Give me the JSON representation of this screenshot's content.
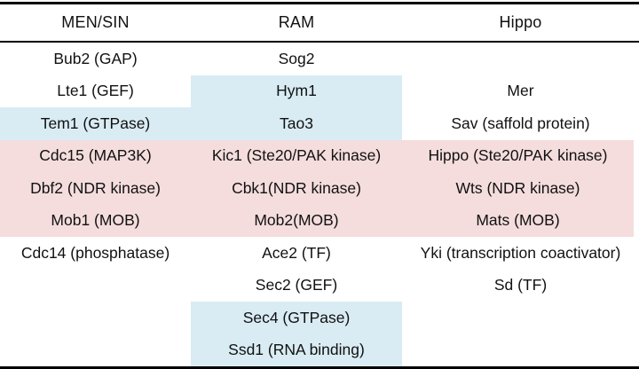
{
  "colors": {
    "blue": "#d9ecf4",
    "pink": "#f4dddc",
    "none": "",
    "rule": "#000000",
    "text": "#111111"
  },
  "table": {
    "columns": [
      "MEN/SIN",
      "RAM",
      "Hippo"
    ],
    "rows": [
      [
        "Bub2 (GAP)",
        "Sog2",
        ""
      ],
      [
        "Lte1 (GEF)",
        "Hym1",
        "Mer"
      ],
      [
        "Tem1 (GTPase)",
        "Tao3",
        "Sav (saffold protein)"
      ],
      [
        "Cdc15 (MAP3K)",
        "Kic1 (Ste20/PAK kinase)",
        "Hippo (Ste20/PAK kinase)"
      ],
      [
        "Dbf2 (NDR kinase)",
        "Cbk1(NDR kinase)",
        "Wts (NDR kinase)"
      ],
      [
        "Mob1 (MOB)",
        "Mob2(MOB)",
        "Mats (MOB)"
      ],
      [
        "Cdc14 (phosphatase)",
        "Ace2 (TF)",
        "Yki (transcription coactivator)"
      ],
      [
        "",
        "Sec2 (GEF)",
        "Sd (TF)"
      ],
      [
        "",
        "Sec4 (GTPase)",
        ""
      ],
      [
        "",
        "Ssd1 (RNA binding)",
        ""
      ]
    ],
    "cell_bg": [
      [
        "none",
        "none",
        "none"
      ],
      [
        "none",
        "blue",
        "none"
      ],
      [
        "blue",
        "blue",
        "none"
      ],
      [
        "pink",
        "pink",
        "pink"
      ],
      [
        "pink",
        "pink",
        "pink"
      ],
      [
        "pink",
        "pink",
        "pink"
      ],
      [
        "none",
        "none",
        "none"
      ],
      [
        "none",
        "none",
        "none"
      ],
      [
        "none",
        "blue",
        "none"
      ],
      [
        "none",
        "blue",
        "none"
      ]
    ]
  }
}
